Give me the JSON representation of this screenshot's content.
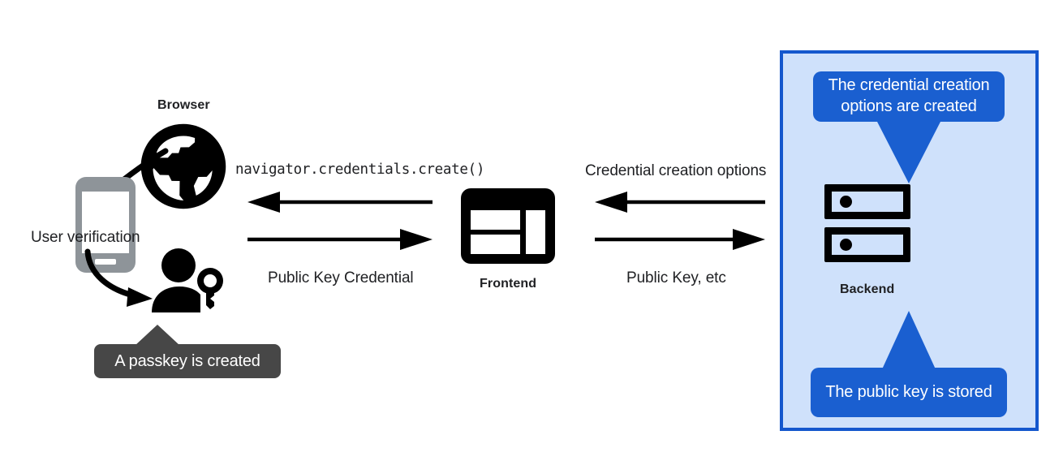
{
  "diagram": {
    "title": "WebAuthn passkey registration flow",
    "colors": {
      "panel_fill": "#cfe1fb",
      "panel_border": "#1457cd",
      "callout_blue": "#1a5fd0",
      "tooltip_gray": "#474747",
      "icon_black": "#000000",
      "phone_gray": "#8e9499",
      "text": "#202124"
    }
  },
  "client": {
    "browser_label": "Browser",
    "browser_icon": "globe-icon",
    "phone_icon": "smartphone-icon",
    "user_verification_label": "User verification",
    "passkey_user_icon": "person-with-key-icon",
    "passkey_tooltip": "A passkey is created"
  },
  "frontend": {
    "label": "Frontend",
    "icon": "web-layout-icon"
  },
  "backend": {
    "label": "Backend",
    "icon": "server-stack-icon",
    "callout_top": "The credential creation options are created",
    "callout_bottom": "The public key is stored"
  },
  "messages": {
    "browser_to_frontend_top": "navigator.credentials.create()",
    "browser_to_frontend_bottom": "Public Key Credential",
    "frontend_to_backend_top": "Credential creation options",
    "frontend_to_backend_bottom": "Public Key, etc"
  },
  "arrows": [
    {
      "name": "arrow-frontend-to-browser",
      "direction": "left",
      "label_key": "browser_to_frontend_top"
    },
    {
      "name": "arrow-browser-to-frontend",
      "direction": "right",
      "label_key": "browser_to_frontend_bottom"
    },
    {
      "name": "arrow-backend-to-frontend",
      "direction": "left",
      "label_key": "frontend_to_backend_top"
    },
    {
      "name": "arrow-frontend-to-backend",
      "direction": "right",
      "label_key": "frontend_to_backend_bottom"
    }
  ]
}
